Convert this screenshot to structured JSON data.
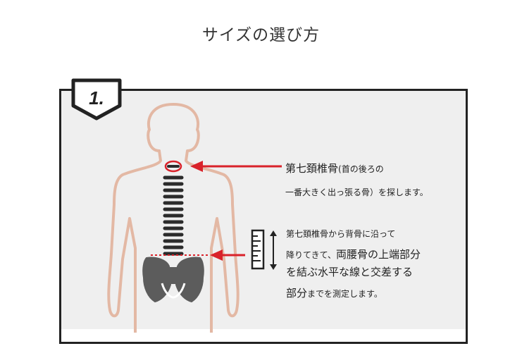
{
  "page": {
    "title": "サイズの選び方"
  },
  "step": {
    "number": "1."
  },
  "notes": {
    "neck_main": "第七頚椎骨",
    "neck_sub": "(首の後ろの",
    "neck_line2": "一番大きく出っ張る骨）を探します。",
    "waist_line1": "第七頚椎骨から背骨に沿って",
    "waist_line2_small": "降りてきて、",
    "waist_line2_big": "両腰骨の上端部分",
    "waist_line3": "を結ぶ水平な線と交差する",
    "waist_line4_big": "部分",
    "waist_line4_small": "までを測定します。"
  },
  "colors": {
    "accent": "#d9222a",
    "skin_outline": "#e3b8a4",
    "spine": "#2b2b2b",
    "pelvis": "#5c5c5c",
    "panel": "#efefef",
    "frame": "#222222"
  },
  "icons": {
    "ruler": "ruler-icon",
    "arrow": "arrow-left-icon"
  }
}
